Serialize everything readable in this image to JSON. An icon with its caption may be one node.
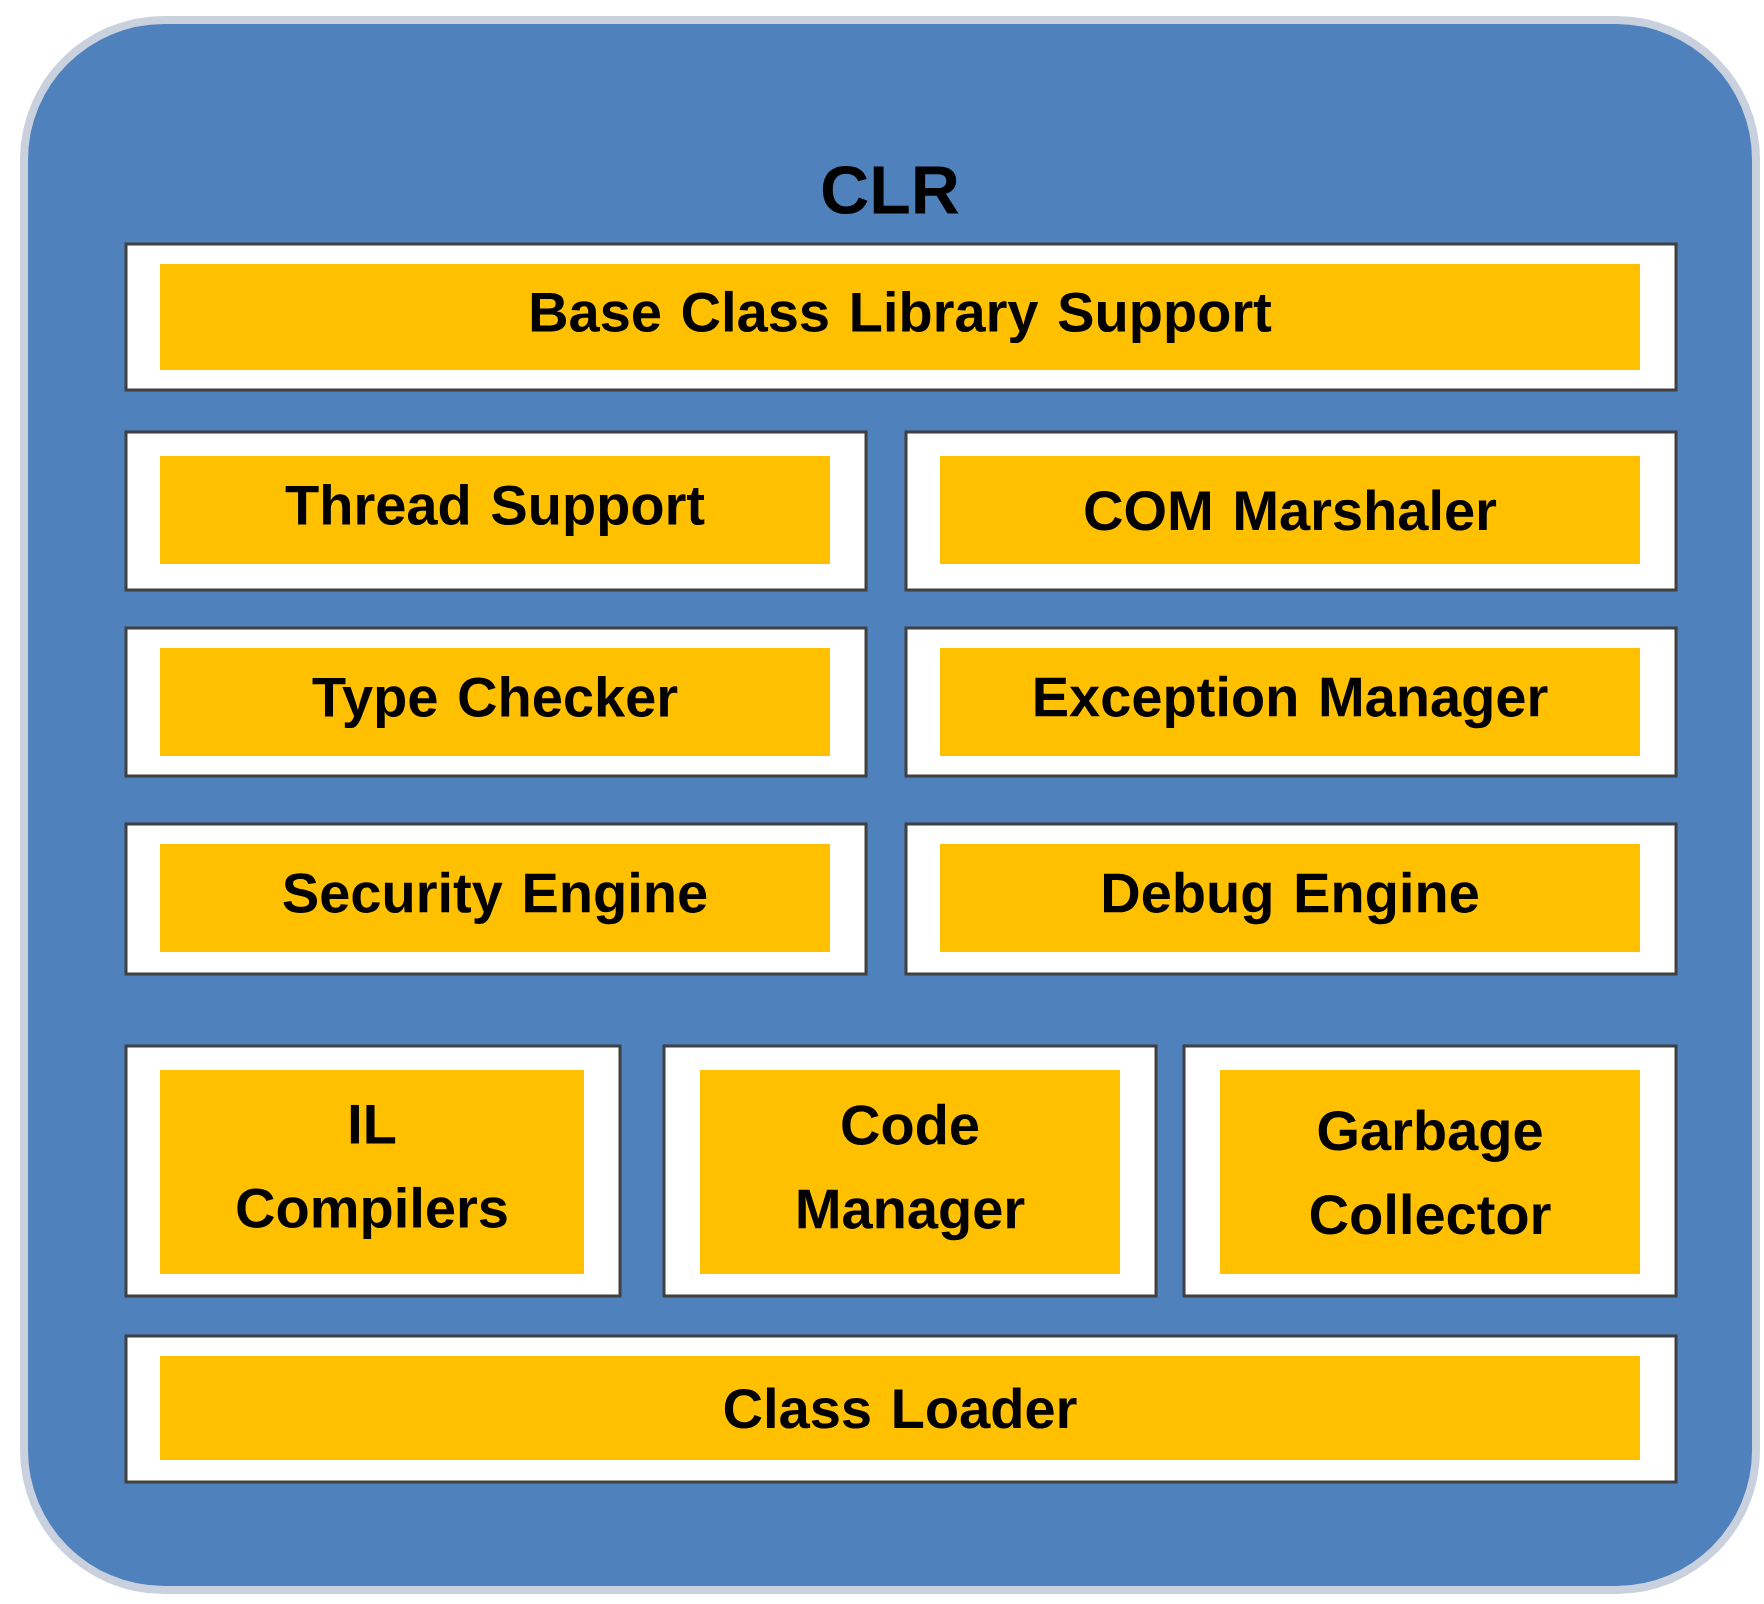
{
  "diagram": {
    "nodes": [
      {
        "text": [
          "CLR"
        ]
      },
      {
        "text": [],
        "shape": "box",
        "in": 0
      },
      {
        "text": [
          "Base Class Library Support"
        ],
        "in": 1
      },
      {
        "text": [],
        "shape": "box",
        "in": 0
      },
      {
        "text": [
          "Thread Support"
        ],
        "in": 3
      },
      {
        "text": [],
        "shape": "box",
        "in": 0
      },
      {
        "text": [
          "COM Marshaler"
        ],
        "in": 5
      },
      {
        "text": [],
        "shape": "box",
        "in": 0
      },
      {
        "text": [
          "Type Checker"
        ],
        "in": 7
      },
      {
        "text": [],
        "shape": "box",
        "in": 0
      },
      {
        "text": [
          "Exception Manager"
        ],
        "in": 9
      },
      {
        "text": [],
        "shape": "box",
        "in": 0
      },
      {
        "text": [
          "Security Engine"
        ],
        "in": 11
      },
      {
        "text": [],
        "shape": "box",
        "in": 0
      },
      {
        "text": [
          "Debug Engine"
        ],
        "in": 13
      },
      {
        "text": [],
        "shape": "box",
        "in": 0
      },
      {
        "text": [
          "IL Compilers"
        ],
        "in": 15
      },
      {
        "text": [],
        "shape": "box",
        "in": 0
      },
      {
        "text": [
          "Code Manager"
        ],
        "in": 17
      },
      {
        "text": [],
        "shape": "box",
        "in": 0
      },
      {
        "text": [
          "Garbage Collector"
        ],
        "in": 19
      },
      {
        "text": [],
        "shape": "box",
        "in": 0
      },
      {
        "text": [
          "Class Loader"
        ],
        "in": 21
      }
    ]
  }
}
